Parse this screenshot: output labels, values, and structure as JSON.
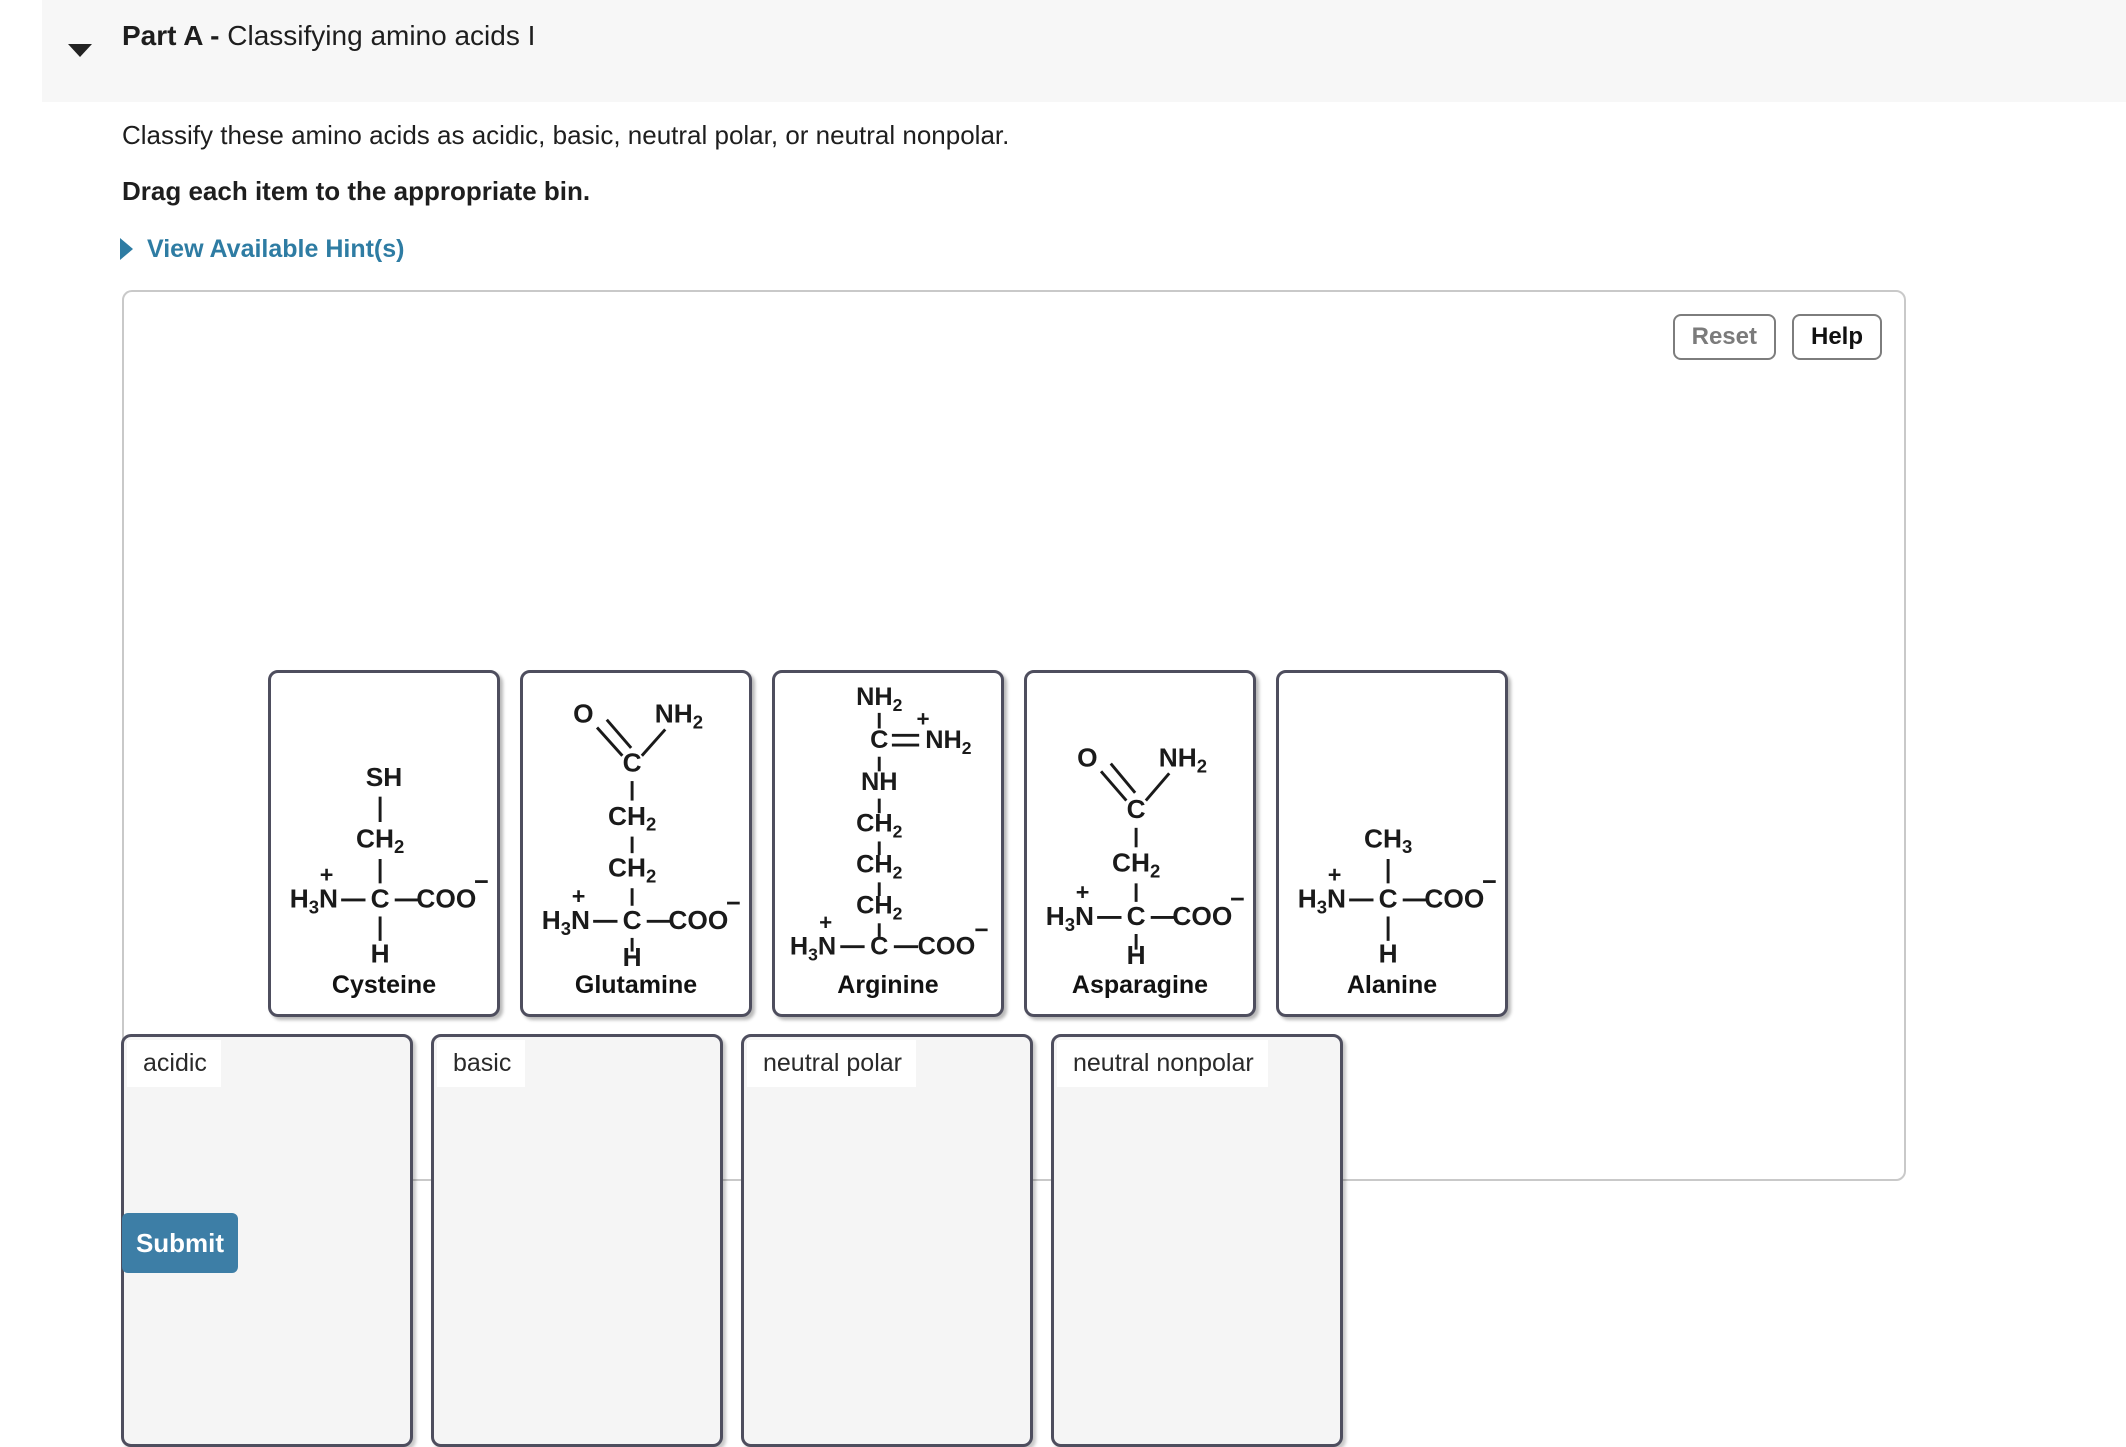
{
  "header": {
    "part_label": "Part A -",
    "part_title": "Classifying amino acids I",
    "caret_icon": "caret-down-icon"
  },
  "instructions": {
    "prompt": "Classify these amino acids as acidic, basic, neutral polar, or neutral nonpolar.",
    "drag_instruction": "Drag each item to the appropriate bin.",
    "hints_label": "View Available Hint(s)",
    "hints_caret_icon": "caret-right-icon"
  },
  "toolbar": {
    "reset_label": "Reset",
    "help_label": "Help"
  },
  "cards": [
    {
      "name": "Cysteine",
      "side_chain": [
        "SH",
        "CH2"
      ],
      "backbone": {
        "left": "H3N+",
        "center": "C",
        "right": "COO-",
        "bottom": "H"
      }
    },
    {
      "name": "Glutamine",
      "side_chain": [
        "O=C(NH2)",
        "CH2",
        "CH2"
      ],
      "backbone": {
        "left": "H3N+",
        "center": "C",
        "right": "COO-",
        "bottom": "H"
      }
    },
    {
      "name": "Arginine",
      "side_chain": [
        "NH2",
        "C=NH2+",
        "NH",
        "CH2",
        "CH2",
        "CH2"
      ],
      "backbone": {
        "left": "H3N+",
        "center": "C",
        "right": "COO-",
        "bottom": "H"
      }
    },
    {
      "name": "Asparagine",
      "side_chain": [
        "O=C(NH2)",
        "CH2"
      ],
      "backbone": {
        "left": "H3N+",
        "center": "C",
        "right": "COO-",
        "bottom": "H"
      }
    },
    {
      "name": "Alanine",
      "side_chain": [
        "CH3"
      ],
      "backbone": {
        "left": "H3N+",
        "center": "C",
        "right": "COO-",
        "bottom": "H"
      }
    }
  ],
  "bins": [
    {
      "label": "acidic",
      "items": []
    },
    {
      "label": "basic",
      "items": []
    },
    {
      "label": "neutral polar",
      "items": []
    },
    {
      "label": "neutral nonpolar",
      "items": []
    }
  ],
  "footer": {
    "submit_label": "Submit"
  },
  "colors": {
    "accent_link": "#2e7ca3",
    "submit_bg": "#3d7ea6",
    "card_border": "#4e4e5e",
    "header_bg": "#f7f7f7",
    "bin_bg": "#f5f5f5"
  }
}
